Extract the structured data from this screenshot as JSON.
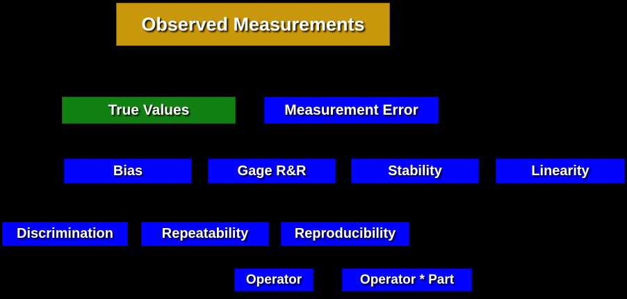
{
  "diagram": {
    "title": "Observed Measurements variance decomposition",
    "background_color": "#000000",
    "colors": {
      "observed_fill": "#C9970B",
      "true_values_fill": "#128012",
      "component_fill": "#0202FF",
      "text": "#FFFFFF"
    },
    "nodes": {
      "observed_measurements": {
        "label": "Observed Measurements",
        "level": 1
      },
      "true_values": {
        "label": "True Values",
        "level": 2
      },
      "measurement_error": {
        "label": "Measurement Error",
        "level": 2
      },
      "bias": {
        "label": "Bias",
        "level": 3
      },
      "gage_rr": {
        "label": "Gage R&R",
        "level": 3
      },
      "stability": {
        "label": "Stability",
        "level": 3
      },
      "linearity": {
        "label": "Linearity",
        "level": 3
      },
      "discrimination": {
        "label": "Discrimination",
        "level": 4
      },
      "repeatability": {
        "label": "Repeatability",
        "level": 4
      },
      "reproducibility": {
        "label": "Reproducibility",
        "level": 4
      },
      "operator": {
        "label": "Operator",
        "level": 5
      },
      "operator_part": {
        "label": "Operator * Part",
        "level": 5
      }
    }
  }
}
